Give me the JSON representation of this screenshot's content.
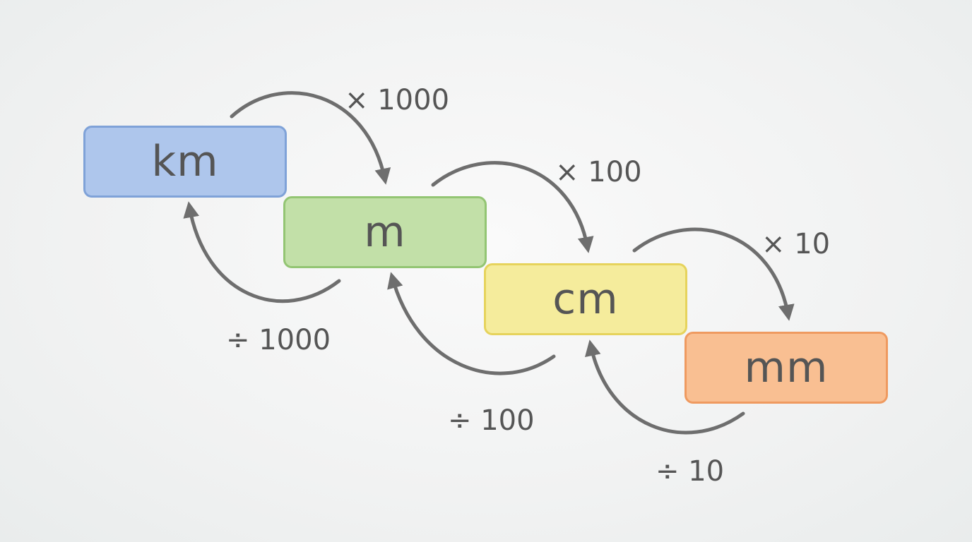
{
  "units": [
    {
      "label": "km",
      "fill": "#aec6ec",
      "border": "#7fa2d8"
    },
    {
      "label": "m",
      "fill": "#c2e0a8",
      "border": "#93c573"
    },
    {
      "label": "cm",
      "fill": "#f5ec9c",
      "border": "#e6d35c"
    },
    {
      "label": "mm",
      "fill": "#f9bf92",
      "border": "#ef9a60"
    }
  ],
  "multiply_labels": [
    "× 1000",
    "× 100",
    "× 10"
  ],
  "divide_labels": [
    "÷ 1000",
    "÷ 100",
    "÷ 10"
  ],
  "arrow_color": "#6e6e6e"
}
